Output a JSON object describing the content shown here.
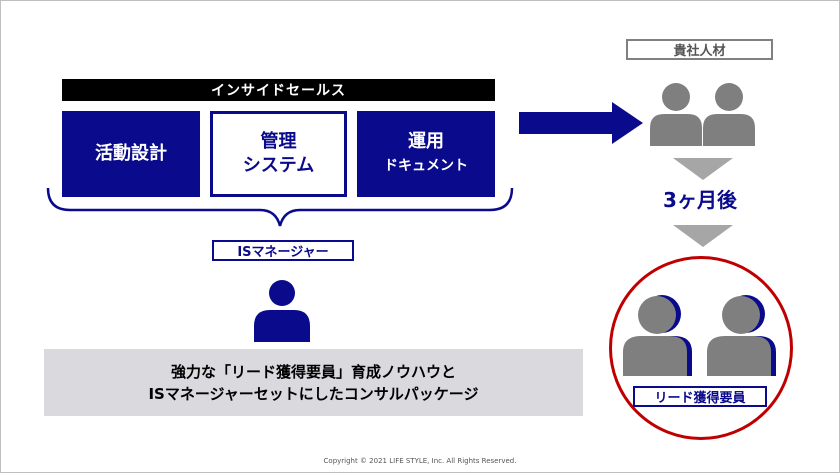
{
  "inside_sales": {
    "title": "インサイドセールス"
  },
  "boxes": [
    {
      "line1": "活動設計",
      "line2": ""
    },
    {
      "line1": "管理",
      "line2": "システム"
    },
    {
      "line1": "運用",
      "line2": "ドキュメント"
    }
  ],
  "manager": {
    "label": "ISマネージャー"
  },
  "package": {
    "line1": "強力な「リード獲得要員」育成ノウハウと",
    "line2": "ISマネージャーセットにしたコンサルパッケージ"
  },
  "staff": {
    "label": "貴社人材"
  },
  "period": {
    "label": "3ヶ月後"
  },
  "result": {
    "label": "リード獲得要員"
  },
  "footer": {
    "copyright": "Copyright © 2021 LIFE STYLE, Inc. All Rights Reserved."
  },
  "colors": {
    "navy": "#0a0a8c",
    "red": "#c00000",
    "gray": "#7f7f7f",
    "panel": "#d9d9de"
  }
}
